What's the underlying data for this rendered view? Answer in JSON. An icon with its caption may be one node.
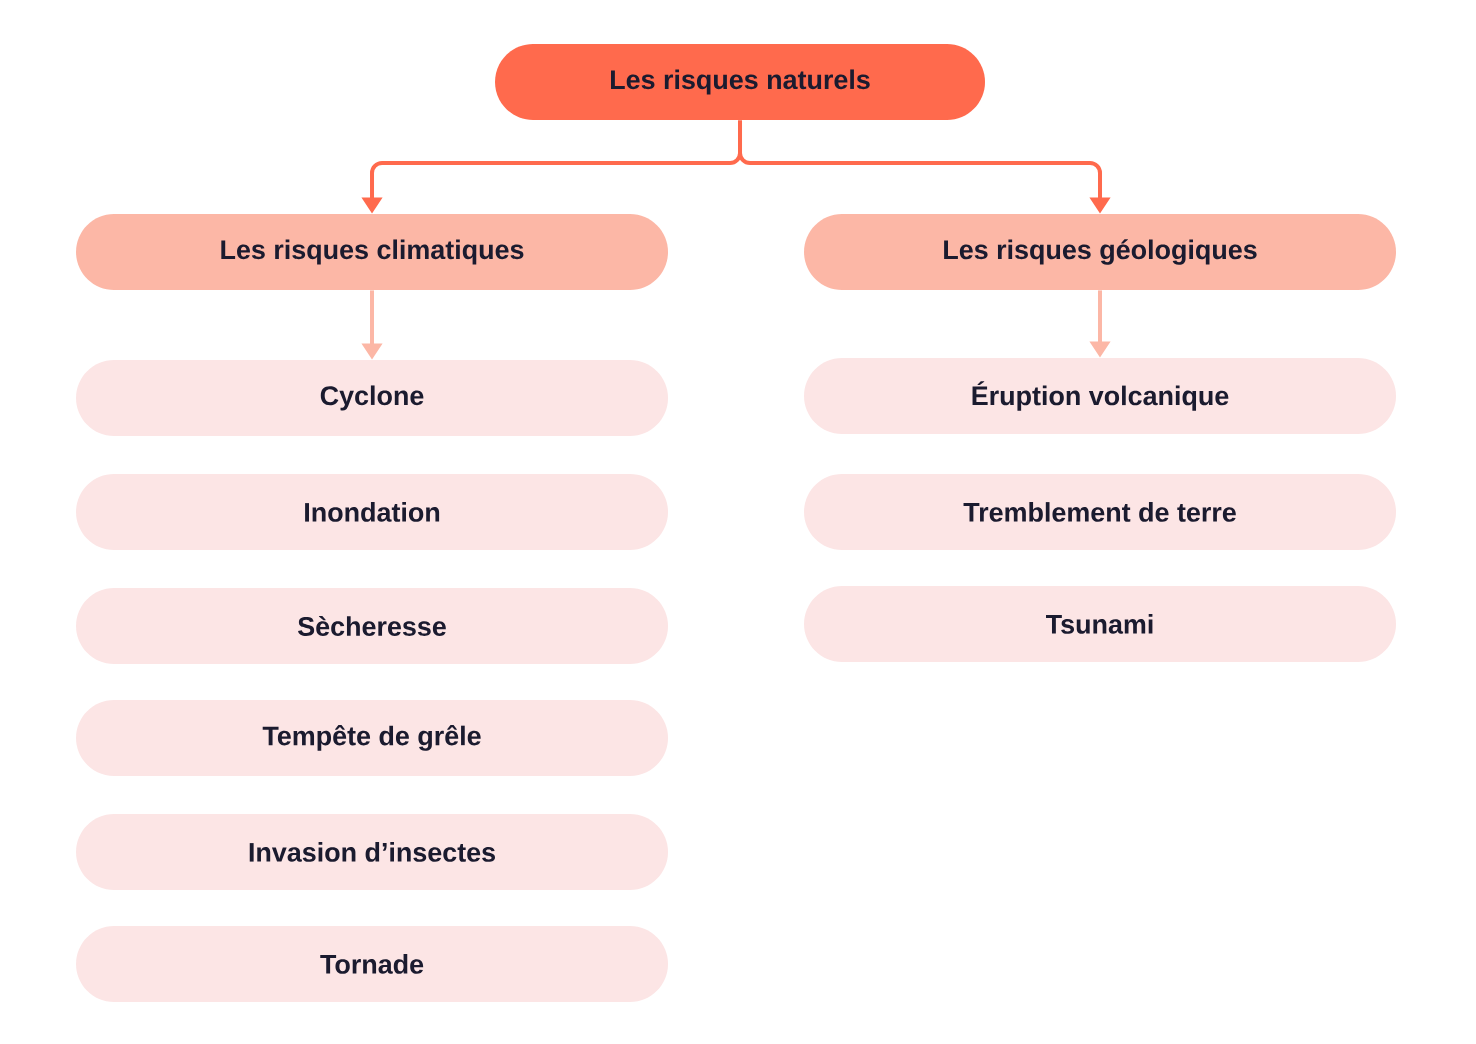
{
  "diagram": {
    "nodes": [
      {
        "text": [
          "Les risques naturels"
        ]
      },
      {
        "text": [
          "Les risques climatiques"
        ]
      },
      {
        "text": [
          "Les risques géologiques"
        ]
      },
      {
        "text": [
          "Cyclone"
        ]
      },
      {
        "text": [
          "Inondation"
        ]
      },
      {
        "text": [
          "Sècheresse"
        ]
      },
      {
        "text": [
          "Tempête de grêle"
        ]
      },
      {
        "text": [
          "Invasion d’insectes"
        ]
      },
      {
        "text": [
          "Tornade"
        ]
      },
      {
        "text": [
          "Éruption volcanique"
        ]
      },
      {
        "text": [
          "Tremblement de terre"
        ]
      },
      {
        "text": [
          "Tsunami"
        ]
      }
    ],
    "edges": [
      {
        "from": 0,
        "to": 1,
        "arrow": "to",
        "color": "#ff6a4d"
      },
      {
        "from": 0,
        "to": 2,
        "arrow": "to",
        "color": "#ff6a4d"
      },
      {
        "from": 1,
        "to": 3,
        "arrow": "to",
        "color": "#fcb7a6"
      },
      {
        "from": 2,
        "to": 9,
        "arrow": "to",
        "color": "#fcb7a6"
      }
    ]
  }
}
